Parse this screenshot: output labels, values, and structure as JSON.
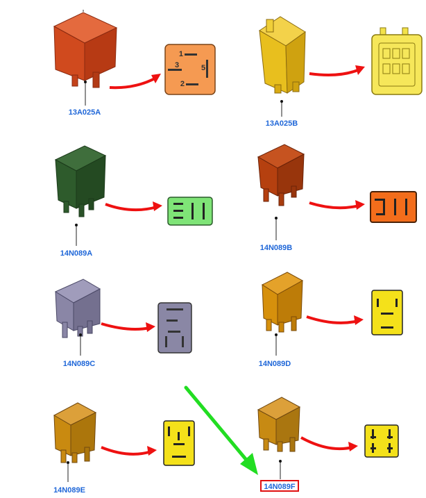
{
  "colors": {
    "label": "#1e66d8",
    "arrow": "#ee1111",
    "pointer": "#22dd22",
    "highlight_box": "#e01010",
    "relay_13A025A": "#d94a1f",
    "face_13A025A": "#f59a52",
    "relay_13A025B": "#e8bf1e",
    "face_13A025B": "#f6e75a",
    "relay_14N089A": "#2e5b2c",
    "face_14N089A": "#7fe477",
    "relay_14N089B": "#b5400f",
    "face_14N089B": "#f36d1b",
    "relay_14N089C": "#8a86a6",
    "face_14N089C": "#8a87a5",
    "relay_14N089D": "#d6900c",
    "face_14N089D": "#f4e11a",
    "relay_14N089E": "#c98a10",
    "face_14N089E": "#f4e11a",
    "relay_14N089F": "#c78a13",
    "face_14N089F": "#f4e11a"
  },
  "relays": [
    {
      "code": "13A025A",
      "pin_numbers": [
        "1",
        "3",
        "5",
        "2"
      ]
    },
    {
      "code": "13A025B"
    },
    {
      "code": "14N089A"
    },
    {
      "code": "14N089B"
    },
    {
      "code": "14N089C"
    },
    {
      "code": "14N089D"
    },
    {
      "code": "14N089E"
    },
    {
      "code": "14N089F",
      "highlighted": true
    }
  ]
}
